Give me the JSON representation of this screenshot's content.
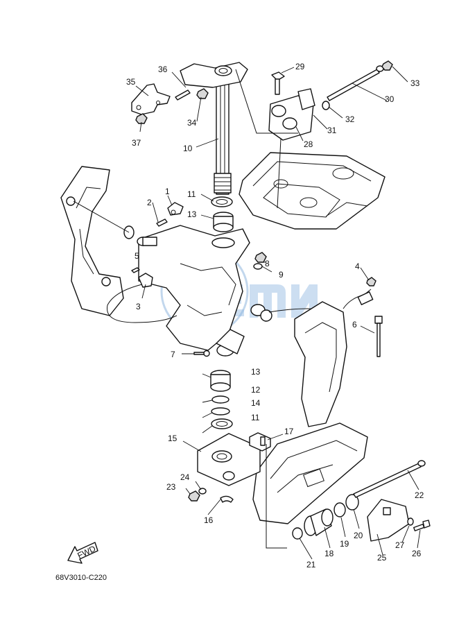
{
  "diagram": {
    "drawing_code": "68V3010-C220",
    "fwd_label": "FWD",
    "callouts": [
      "1",
      "2",
      "3",
      "4",
      "5",
      "6",
      "7",
      "8",
      "9",
      "10",
      "11",
      "11",
      "12",
      "13",
      "13",
      "14",
      "15",
      "16",
      "17",
      "18",
      "19",
      "20",
      "21",
      "22",
      "23",
      "24",
      "25",
      "26",
      "27",
      "28",
      "29",
      "30",
      "31",
      "32",
      "33",
      "34",
      "35",
      "36",
      "37"
    ],
    "colors": {
      "line": "#111111",
      "watermark": "#8fb6df"
    }
  }
}
